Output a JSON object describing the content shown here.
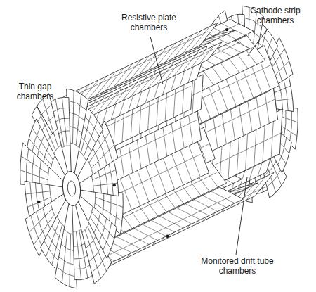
{
  "diagram": {
    "labels": [
      "Resistive plate chambers",
      "Cathode strip chambers",
      "Thin gap chambers",
      "Monitored drift tube chambers"
    ]
  }
}
